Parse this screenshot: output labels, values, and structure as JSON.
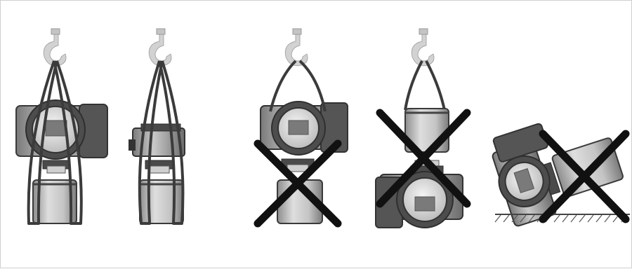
{
  "figure": {
    "panels": [
      {
        "id": "panel-1",
        "status": "correct",
        "description_shown": "none"
      },
      {
        "id": "panel-2",
        "status": "correct",
        "description_shown": "none"
      },
      {
        "id": "panel-3",
        "status": "incorrect",
        "description_shown": "none"
      },
      {
        "id": "panel-4",
        "status": "incorrect",
        "description_shown": "none"
      },
      {
        "id": "panel-5",
        "status": "incorrect",
        "description_shown": "none"
      }
    ],
    "colors": {
      "outline": "#3a3a3a",
      "body_light": "#d6d6d6",
      "body_mid": "#a9a9a9",
      "body_dark": "#6e6e6e",
      "cross": "#111111",
      "display": "#7a7a7a",
      "hook": "#cfcfcf"
    },
    "icons": [
      "crane-hook-icon",
      "lifting-sling-icon",
      "flowmeter-transmitter-icon",
      "cross-mark-icon",
      "ground-hatch-icon"
    ]
  }
}
